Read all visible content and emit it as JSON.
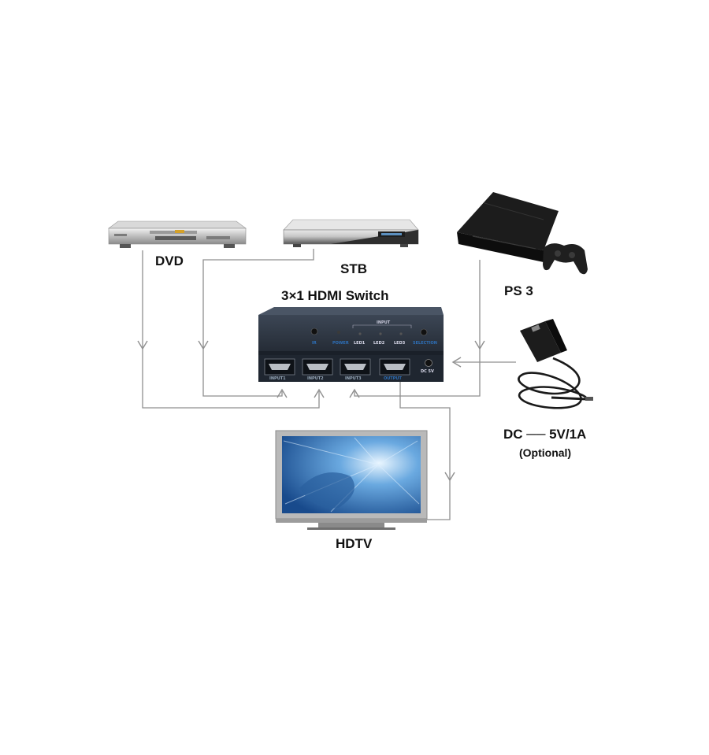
{
  "devices": {
    "dvd": "DVD",
    "stb": "STB",
    "ps3": "PS 3",
    "switch": "3×1 HDMI Switch",
    "hdtv": "HDTV"
  },
  "power": {
    "label": "DC ── 5V/1A",
    "note": "(Optional)"
  },
  "switch_panel": {
    "front": {
      "ir": "IR",
      "power": "POWER",
      "input": "INPUT",
      "led1": "LED1",
      "led2": "LED2",
      "led3": "LED3",
      "selection": "SELECTION"
    },
    "back": {
      "input1": "INPUT1",
      "input2": "INPUT2",
      "input3": "INPUT3",
      "output": "OUTPUT",
      "dc": "DC 5V"
    }
  },
  "colors": {
    "line": "#8f8f8f",
    "switch_body": "#2c3440",
    "accent": "#2d6fb8",
    "screen": "#3a7fc4"
  }
}
